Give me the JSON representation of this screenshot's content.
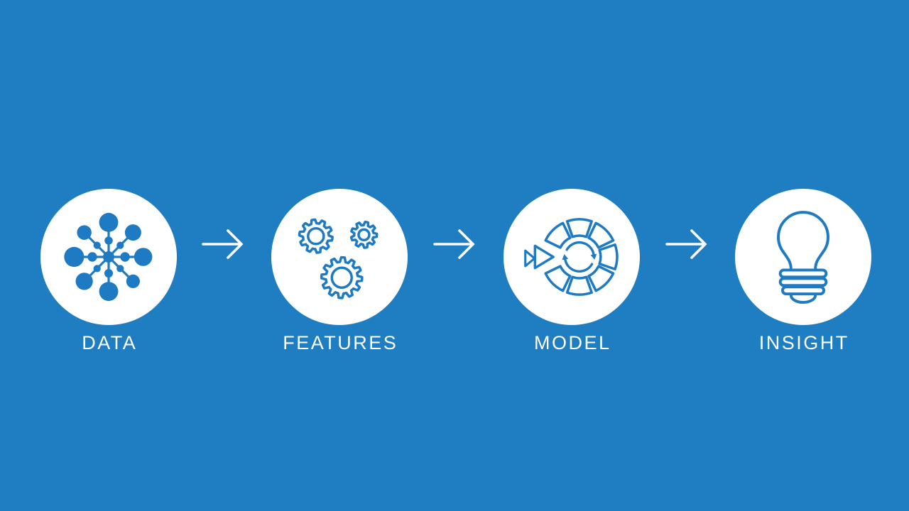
{
  "diagram": {
    "type": "process-flow",
    "colors": {
      "background": "#1E7EC1",
      "accent": "#1E7BC3",
      "circle_fill": "#FFFFFF",
      "label_text": "#FFFFFF",
      "arrow": "#FFFFFF"
    },
    "steps": [
      {
        "label": "DATA",
        "icon": "network-nodes-icon"
      },
      {
        "label": "FEATURES",
        "icon": "gears-icon"
      },
      {
        "label": "MODEL",
        "icon": "cycle-wheel-icon"
      },
      {
        "label": "INSIGHT",
        "icon": "lightbulb-icon"
      }
    ],
    "connectors": [
      {
        "icon": "right-arrow-icon"
      },
      {
        "icon": "right-arrow-icon"
      },
      {
        "icon": "right-arrow-icon"
      }
    ]
  }
}
